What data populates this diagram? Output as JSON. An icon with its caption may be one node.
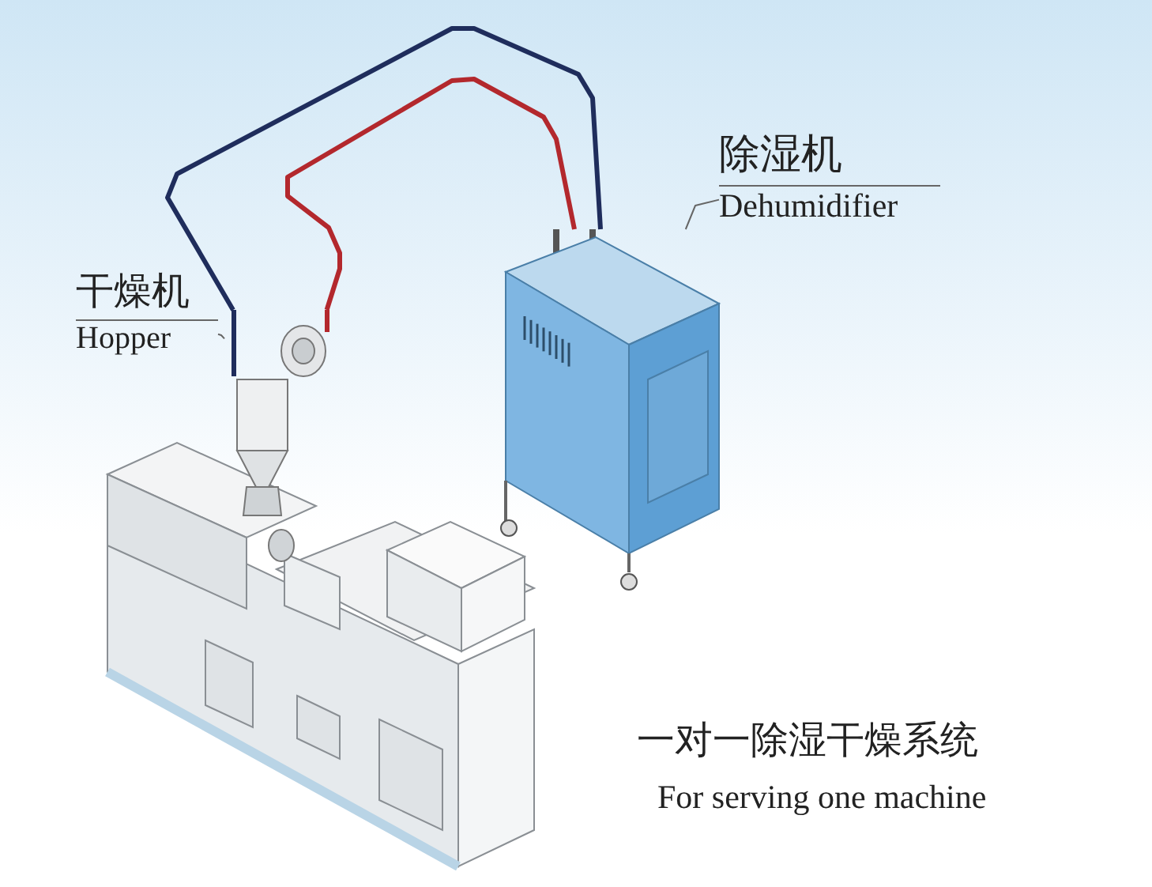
{
  "diagram": {
    "nodes": [
      {
        "text": [
          "干燥机",
          "Hopper"
        ]
      },
      {
        "text": [],
        "shape": "picture"
      },
      {
        "text": [
          "除湿机",
          "Dehumidifier"
        ]
      },
      {
        "text": [],
        "shape": "picture"
      }
    ],
    "edges": [
      {
        "from": 0,
        "to": 1,
        "arrow": "none"
      },
      {
        "from": 2,
        "to": 3,
        "arrow": "none"
      },
      {
        "from": 3,
        "to": 1,
        "arrow": "none",
        "style": "thick",
        "color": "#1f2d5c"
      },
      {
        "from": 3,
        "to": 1,
        "arrow": "none",
        "style": "thick",
        "color": "#b3282d"
      }
    ],
    "labels": [
      "一对一除湿干燥系统",
      "For serving one machine"
    ]
  }
}
